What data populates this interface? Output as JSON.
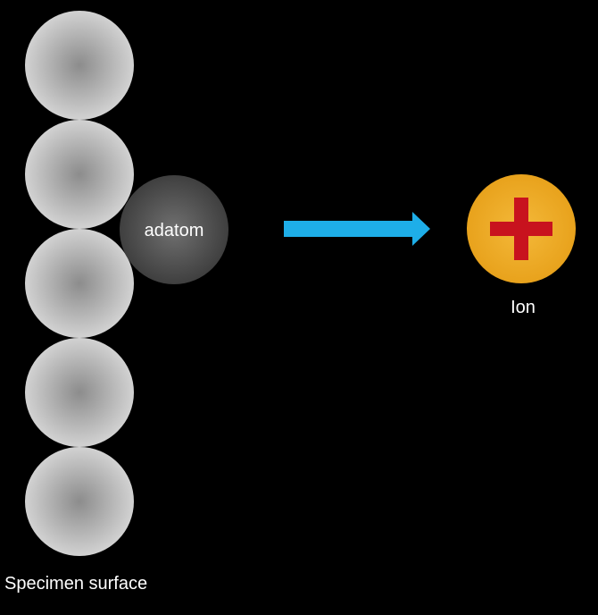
{
  "labels": {
    "adatom": "adatom",
    "ion": "Ion",
    "surface": "Specimen surface"
  },
  "colors": {
    "background": "#000000",
    "surface_atom_center": "#8c8c8c",
    "surface_atom_edge": "#d2d2d2",
    "adatom_center": "#707070",
    "adatom_edge": "#3f3f3f",
    "arrow": "#1eaee8",
    "ion_center": "#f4b93a",
    "ion_edge": "#e8a21c",
    "plus_sign": "#c8121e"
  },
  "surface_atom_count": 5
}
